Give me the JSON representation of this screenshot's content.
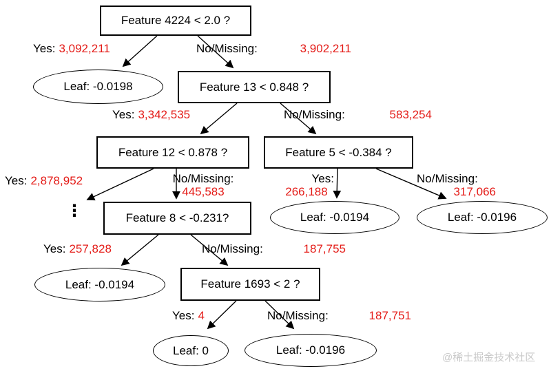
{
  "diagram": {
    "type": "decision-tree",
    "nodes": {
      "root": {
        "kind": "decision",
        "label": "Feature 4224 < 2.0 ?"
      },
      "leaf_root_yes": {
        "kind": "leaf",
        "label": "Leaf: -0.0198"
      },
      "f13": {
        "kind": "decision",
        "label": "Feature 13 < 0.848 ?"
      },
      "f12": {
        "kind": "decision",
        "label": "Feature 12 < 0.878 ?"
      },
      "f5": {
        "kind": "decision",
        "label": "Feature 5 < -0.384 ?"
      },
      "truncated": {
        "kind": "truncated-subtree",
        "label": "⋮"
      },
      "f8": {
        "kind": "decision",
        "label": "Feature 8 < -0.231?"
      },
      "leaf_f5_yes": {
        "kind": "leaf",
        "label": "Leaf: -0.0194"
      },
      "leaf_f5_no": {
        "kind": "leaf",
        "label": "Leaf: -0.0196"
      },
      "leaf_f8_yes": {
        "kind": "leaf",
        "label": "Leaf: -0.0194"
      },
      "f1693": {
        "kind": "decision",
        "label": "Feature 1693 < 2 ?"
      },
      "leaf_f1693_yes": {
        "kind": "leaf",
        "label": "Leaf: 0"
      },
      "leaf_f1693_no": {
        "kind": "leaf",
        "label": "Leaf: -0.0196"
      }
    },
    "edges": {
      "root_yes": {
        "from": "root",
        "to": "leaf_root_yes",
        "prefix": "Yes:",
        "count": "3,092,211"
      },
      "root_no": {
        "from": "root",
        "to": "f13",
        "prefix": "No/Missing:",
        "count": "3,902,211"
      },
      "f13_yes": {
        "from": "f13",
        "to": "f12",
        "prefix": "Yes:",
        "count": "3,342,535"
      },
      "f13_no": {
        "from": "f13",
        "to": "f5",
        "prefix": "No/Missing:",
        "count": "583,254"
      },
      "f12_yes": {
        "from": "f12",
        "to": "truncated",
        "prefix": "Yes:",
        "count": "2,878,952"
      },
      "f12_no": {
        "from": "f12",
        "to": "f8",
        "prefix": "No/Missing:",
        "count": "445,583"
      },
      "f5_yes": {
        "from": "f5",
        "to": "leaf_f5_yes",
        "prefix": "Yes:",
        "count": "266,188"
      },
      "f5_no": {
        "from": "f5",
        "to": "leaf_f5_no",
        "prefix": "No/Missing:",
        "count": "317,066"
      },
      "f8_yes": {
        "from": "f8",
        "to": "leaf_f8_yes",
        "prefix": "Yes:",
        "count": "257,828"
      },
      "f8_no": {
        "from": "f8",
        "to": "f1693",
        "prefix": "No/Missing:",
        "count": "187,755"
      },
      "f1693_yes": {
        "from": "f1693",
        "to": "leaf_f1693_yes",
        "prefix": "Yes:",
        "count": "4"
      },
      "f1693_no": {
        "from": "f1693",
        "to": "leaf_f1693_no",
        "prefix": "No/Missing:",
        "count": "187,751"
      }
    },
    "colors": {
      "count": "#e41b17",
      "node_border": "#000000",
      "line": "#000000",
      "watermark": "#c9c9c9"
    }
  },
  "watermark": "@稀土掘金技术社区"
}
